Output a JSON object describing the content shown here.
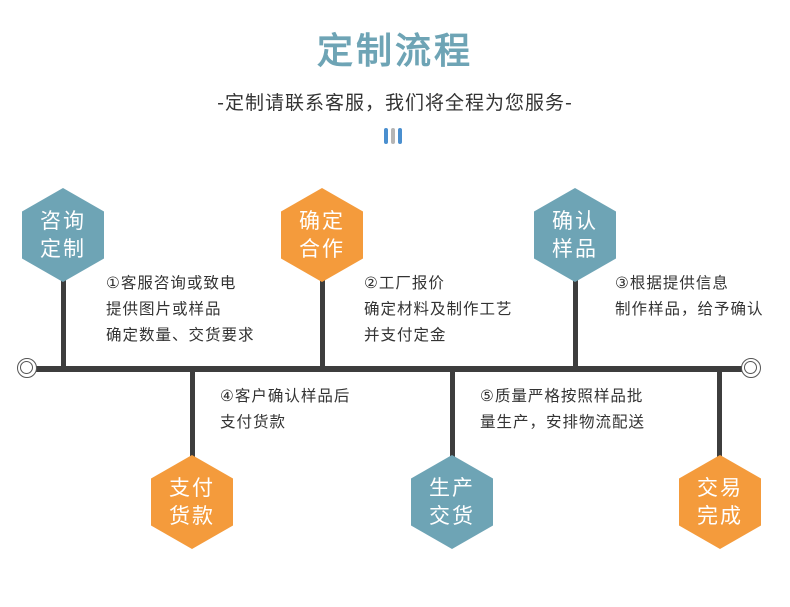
{
  "title": "定制流程",
  "subtitle": "-定制请联系客服，我们将全程为您服务-",
  "colors": {
    "teal": "#6ea4b5",
    "orange": "#f49b3c",
    "title": "#6ea4b5",
    "line": "#3d3d3d",
    "dot_blue": "#4a8fcf",
    "dot_gray": "#b5b5b5"
  },
  "steps": [
    {
      "l1": "咨询",
      "l2": "定制",
      "desc": [
        "①客服咨询或致电",
        "提供图片或样品",
        "确定数量、交货要求"
      ]
    },
    {
      "l1": "确定",
      "l2": "合作",
      "desc": [
        "②工厂报价",
        "确定材料及制作工艺",
        "并支付定金"
      ]
    },
    {
      "l1": "确认",
      "l2": "样品",
      "desc": [
        "③根据提供信息",
        "制作样品，给予确认"
      ]
    },
    {
      "l1": "支付",
      "l2": "货款",
      "desc": [
        "④客户确认样品后",
        "支付货款"
      ]
    },
    {
      "l1": "生产",
      "l2": "交货",
      "desc": [
        "⑤质量严格按照样品批",
        "量生产，安排物流配送"
      ]
    },
    {
      "l1": "交易",
      "l2": "完成",
      "desc": []
    }
  ]
}
